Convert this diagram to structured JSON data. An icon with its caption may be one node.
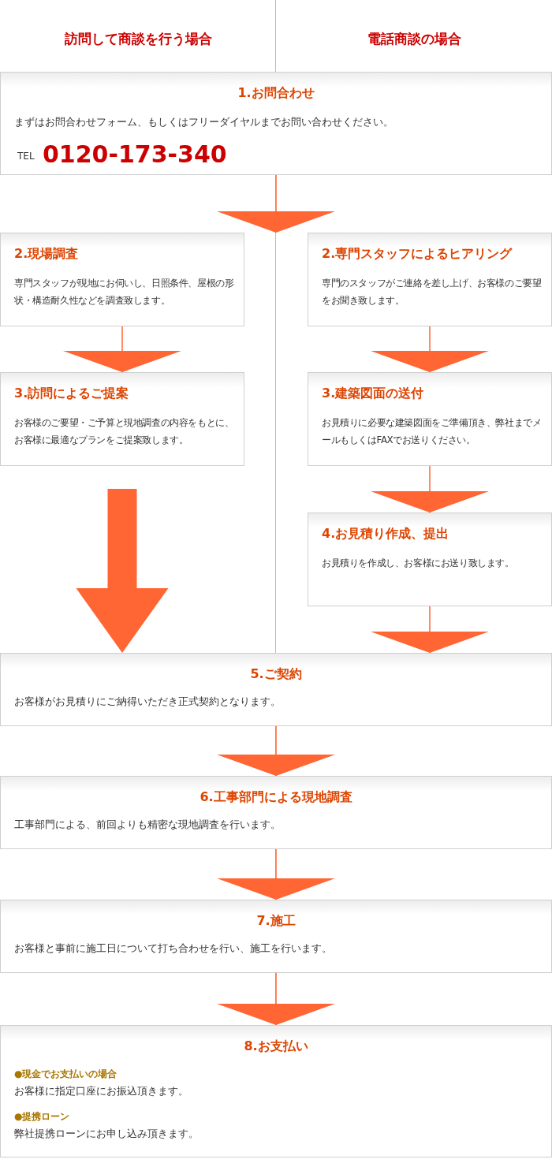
{
  "diagram": {
    "nodes": [
      {
        "text": [
          "1.お問合わせ",
          "まずはお問合わせフォーム、もしくはフリーダイヤルまでお問い合わせください。",
          "TEL",
          "0120-173-340"
        ]
      },
      {
        "text": [
          "2.現場調査",
          "専門スタッフが現地にお伺いし、日照条件、屋根の形状・構造耐久性などを調査致します。"
        ]
      },
      {
        "text": [
          "2.専門スタッフによるヒアリング",
          "専門のスタッフがご連絡を差し上げ、お客様のご要望をお聞き致します。"
        ]
      },
      {
        "text": [
          "3.訪問によるご提案",
          "お客様のご要望・ご予算と現地調査の内容をもとに、お客様に最適なプランをご提案致します。"
        ]
      },
      {
        "text": [
          "3.建築図面の送付",
          "お見積りに必要な建築図面をご準備頂き、弊社までメールもしくはFAXでお送りください。"
        ]
      },
      {
        "text": [
          "4.お見積り作成、提出",
          "お見積りを作成し、お客様にお送り致します。"
        ]
      },
      {
        "text": [
          "5.ご契約",
          "お客様がお見積りにご納得いただき正式契約となります。"
        ]
      },
      {
        "text": [
          "6.工事部門による現地調査",
          "工事部門による、前回よりも精密な現地調査を行います。"
        ]
      },
      {
        "text": [
          "7.施工",
          "お客様と事前に施工日について打ち合わせを行い、施工を行います。"
        ]
      },
      {
        "text": [
          "8.お支払い",
          "●現金でお支払いの場合",
          "お客様に指定口座にお振込頂きます。",
          "●提携ローン",
          "弊社提携ローンにお申し込み頂きます。"
        ]
      }
    ],
    "edges": [
      {
        "from": 0,
        "to": 1,
        "arrow": "to"
      },
      {
        "from": 0,
        "to": 2,
        "arrow": "to"
      },
      {
        "from": 1,
        "to": 3,
        "arrow": "to"
      },
      {
        "from": 2,
        "to": 4,
        "arrow": "to"
      },
      {
        "from": 4,
        "to": 5,
        "arrow": "to"
      },
      {
        "from": 3,
        "to": 6,
        "arrow": "to"
      },
      {
        "from": 5,
        "to": 6,
        "arrow": "to"
      },
      {
        "from": 6,
        "to": 7,
        "arrow": "to"
      },
      {
        "from": 7,
        "to": 8,
        "arrow": "to"
      },
      {
        "from": 8,
        "to": 9,
        "arrow": "to"
      }
    ],
    "labels": [
      "訪問して商談を行う場合",
      "電話商談の場合"
    ]
  }
}
